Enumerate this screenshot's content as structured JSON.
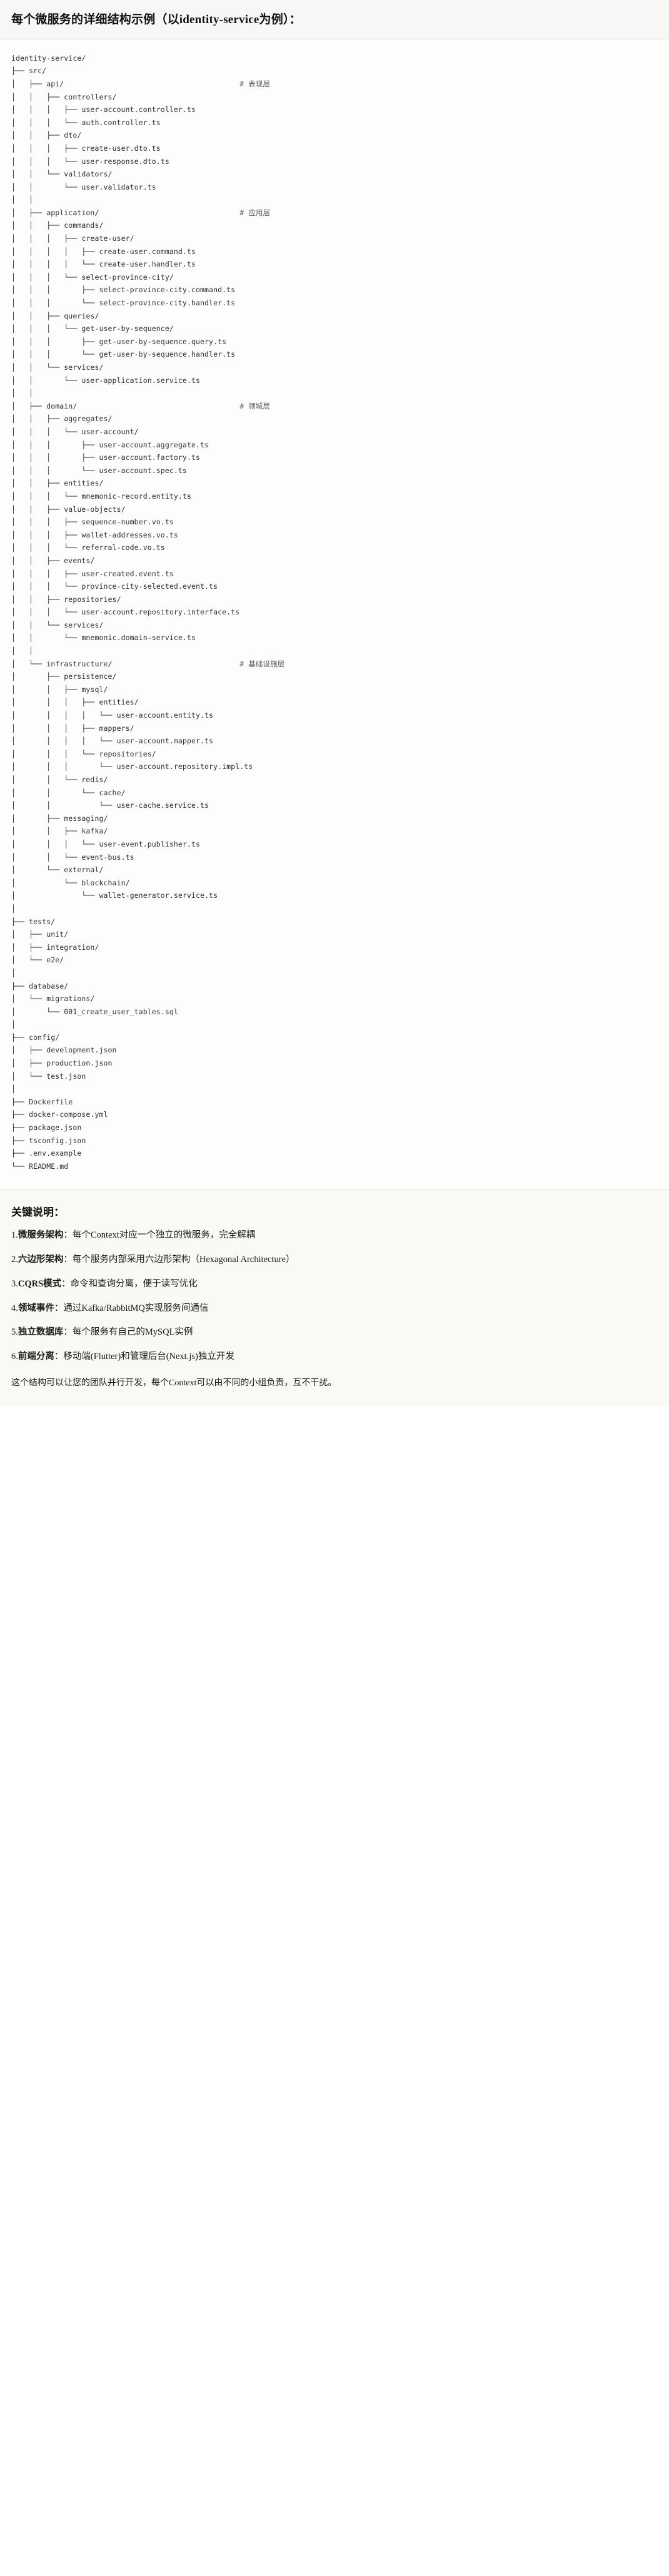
{
  "heading": {
    "title": "每个微服务的详细结构示例（以identity-service为例）："
  },
  "tree": {
    "lines": [
      {
        "text": "identity-service/",
        "comment": ""
      },
      {
        "text": "├── src/",
        "comment": ""
      },
      {
        "text": "│   ├── api/",
        "comment": "# 表现层"
      },
      {
        "text": "│   │   ├── controllers/",
        "comment": ""
      },
      {
        "text": "│   │   │   ├── user-account.controller.ts",
        "comment": ""
      },
      {
        "text": "│   │   │   └── auth.controller.ts",
        "comment": ""
      },
      {
        "text": "│   │   ├── dto/",
        "comment": ""
      },
      {
        "text": "│   │   │   ├── create-user.dto.ts",
        "comment": ""
      },
      {
        "text": "│   │   │   └── user-response.dto.ts",
        "comment": ""
      },
      {
        "text": "│   │   └── validators/",
        "comment": ""
      },
      {
        "text": "│   │       └── user.validator.ts",
        "comment": ""
      },
      {
        "text": "│   │",
        "comment": ""
      },
      {
        "text": "│   ├── application/",
        "comment": "# 应用层"
      },
      {
        "text": "│   │   ├── commands/",
        "comment": ""
      },
      {
        "text": "│   │   │   ├── create-user/",
        "comment": ""
      },
      {
        "text": "│   │   │   │   ├── create-user.command.ts",
        "comment": ""
      },
      {
        "text": "│   │   │   │   └── create-user.handler.ts",
        "comment": ""
      },
      {
        "text": "│   │   │   └── select-province-city/",
        "comment": ""
      },
      {
        "text": "│   │   │       ├── select-province-city.command.ts",
        "comment": ""
      },
      {
        "text": "│   │   │       └── select-province-city.handler.ts",
        "comment": ""
      },
      {
        "text": "│   │   ├── queries/",
        "comment": ""
      },
      {
        "text": "│   │   │   └── get-user-by-sequence/",
        "comment": ""
      },
      {
        "text": "│   │   │       ├── get-user-by-sequence.query.ts",
        "comment": ""
      },
      {
        "text": "│   │   │       └── get-user-by-sequence.handler.ts",
        "comment": ""
      },
      {
        "text": "│   │   └── services/",
        "comment": ""
      },
      {
        "text": "│   │       └── user-application.service.ts",
        "comment": ""
      },
      {
        "text": "│   │",
        "comment": ""
      },
      {
        "text": "│   ├── domain/",
        "comment": "# 领域层"
      },
      {
        "text": "│   │   ├── aggregates/",
        "comment": ""
      },
      {
        "text": "│   │   │   └── user-account/",
        "comment": ""
      },
      {
        "text": "│   │   │       ├── user-account.aggregate.ts",
        "comment": ""
      },
      {
        "text": "│   │   │       ├── user-account.factory.ts",
        "comment": ""
      },
      {
        "text": "│   │   │       └── user-account.spec.ts",
        "comment": ""
      },
      {
        "text": "│   │   ├── entities/",
        "comment": ""
      },
      {
        "text": "│   │   │   └── mnemonic-record.entity.ts",
        "comment": ""
      },
      {
        "text": "│   │   ├── value-objects/",
        "comment": ""
      },
      {
        "text": "│   │   │   ├── sequence-number.vo.ts",
        "comment": ""
      },
      {
        "text": "│   │   │   ├── wallet-addresses.vo.ts",
        "comment": ""
      },
      {
        "text": "│   │   │   └── referral-code.vo.ts",
        "comment": ""
      },
      {
        "text": "│   │   ├── events/",
        "comment": ""
      },
      {
        "text": "│   │   │   ├── user-created.event.ts",
        "comment": ""
      },
      {
        "text": "│   │   │   └── province-city-selected.event.ts",
        "comment": ""
      },
      {
        "text": "│   │   ├── repositories/",
        "comment": ""
      },
      {
        "text": "│   │   │   └── user-account.repository.interface.ts",
        "comment": ""
      },
      {
        "text": "│   │   └── services/",
        "comment": ""
      },
      {
        "text": "│   │       └── mnemonic.domain-service.ts",
        "comment": ""
      },
      {
        "text": "│   │",
        "comment": ""
      },
      {
        "text": "│   └── infrastructure/",
        "comment": "# 基础设施层"
      },
      {
        "text": "│       ├── persistence/",
        "comment": ""
      },
      {
        "text": "│       │   ├── mysql/",
        "comment": ""
      },
      {
        "text": "│       │   │   ├── entities/",
        "comment": ""
      },
      {
        "text": "│       │   │   │   └── user-account.entity.ts",
        "comment": ""
      },
      {
        "text": "│       │   │   ├── mappers/",
        "comment": ""
      },
      {
        "text": "│       │   │   │   └── user-account.mapper.ts",
        "comment": ""
      },
      {
        "text": "│       │   │   └── repositories/",
        "comment": ""
      },
      {
        "text": "│       │   │       └── user-account.repository.impl.ts",
        "comment": ""
      },
      {
        "text": "│       │   └── redis/",
        "comment": ""
      },
      {
        "text": "│       │       └── cache/",
        "comment": ""
      },
      {
        "text": "│       │           └── user-cache.service.ts",
        "comment": ""
      },
      {
        "text": "│       ├── messaging/",
        "comment": ""
      },
      {
        "text": "│       │   ├── kafka/",
        "comment": ""
      },
      {
        "text": "│       │   │   └── user-event.publisher.ts",
        "comment": ""
      },
      {
        "text": "│       │   └── event-bus.ts",
        "comment": ""
      },
      {
        "text": "│       └── external/",
        "comment": ""
      },
      {
        "text": "│           └── blockchain/",
        "comment": ""
      },
      {
        "text": "│               └── wallet-generator.service.ts",
        "comment": ""
      },
      {
        "text": "│",
        "comment": ""
      },
      {
        "text": "├── tests/",
        "comment": ""
      },
      {
        "text": "│   ├── unit/",
        "comment": ""
      },
      {
        "text": "│   ├── integration/",
        "comment": ""
      },
      {
        "text": "│   └── e2e/",
        "comment": ""
      },
      {
        "text": "│",
        "comment": ""
      },
      {
        "text": "├── database/",
        "comment": ""
      },
      {
        "text": "│   └── migrations/",
        "comment": ""
      },
      {
        "text": "│       └── 001_create_user_tables.sql",
        "comment": ""
      },
      {
        "text": "│",
        "comment": ""
      },
      {
        "text": "├── config/",
        "comment": ""
      },
      {
        "text": "│   ├── development.json",
        "comment": ""
      },
      {
        "text": "│   ├── production.json",
        "comment": ""
      },
      {
        "text": "│   └── test.json",
        "comment": ""
      },
      {
        "text": "│",
        "comment": ""
      },
      {
        "text": "├── Dockerfile",
        "comment": ""
      },
      {
        "text": "├── docker-compose.yml",
        "comment": ""
      },
      {
        "text": "├── package.json",
        "comment": ""
      },
      {
        "text": "├── tsconfig.json",
        "comment": ""
      },
      {
        "text": "├── .env.example",
        "comment": ""
      },
      {
        "text": "└── README.md",
        "comment": ""
      }
    ],
    "comment_column": 52
  },
  "notes": {
    "title": "关键说明：",
    "items": [
      {
        "num": "1.",
        "term": "微服务架构",
        "sep": "：",
        "desc": "每个Context对应一个独立的微服务，完全解耦"
      },
      {
        "num": "2.",
        "term": "六边形架构",
        "sep": "：",
        "desc": "每个服务内部采用六边形架构（Hexagonal Architecture）"
      },
      {
        "num": "3.",
        "term": "CQRS模式",
        "sep": "：",
        "desc": "命令和查询分离，便于读写优化"
      },
      {
        "num": "4.",
        "term": "领域事件",
        "sep": "：",
        "desc": "通过Kafka/RabbitMQ实现服务间通信"
      },
      {
        "num": "5.",
        "term": "独立数据库",
        "sep": "：",
        "desc": "每个服务有自己的MySQL实例"
      },
      {
        "num": "6.",
        "term": "前端分离",
        "sep": "：",
        "desc": "移动端(Flutter)和管理后台(Next.js)独立开发"
      }
    ],
    "footer": "这个结构可以让您的团队并行开发，每个Context可以由不同的小组负责，互不干扰。"
  },
  "colors": {
    "heading_bg": "#f7f7f5",
    "tree_bg": "#fdfdfc",
    "notes_bg": "#faf9f6",
    "text": "#1a1a1a",
    "tree_text": "#2b2f33",
    "comment_text": "#555b61",
    "divider": "#e3e3df"
  }
}
